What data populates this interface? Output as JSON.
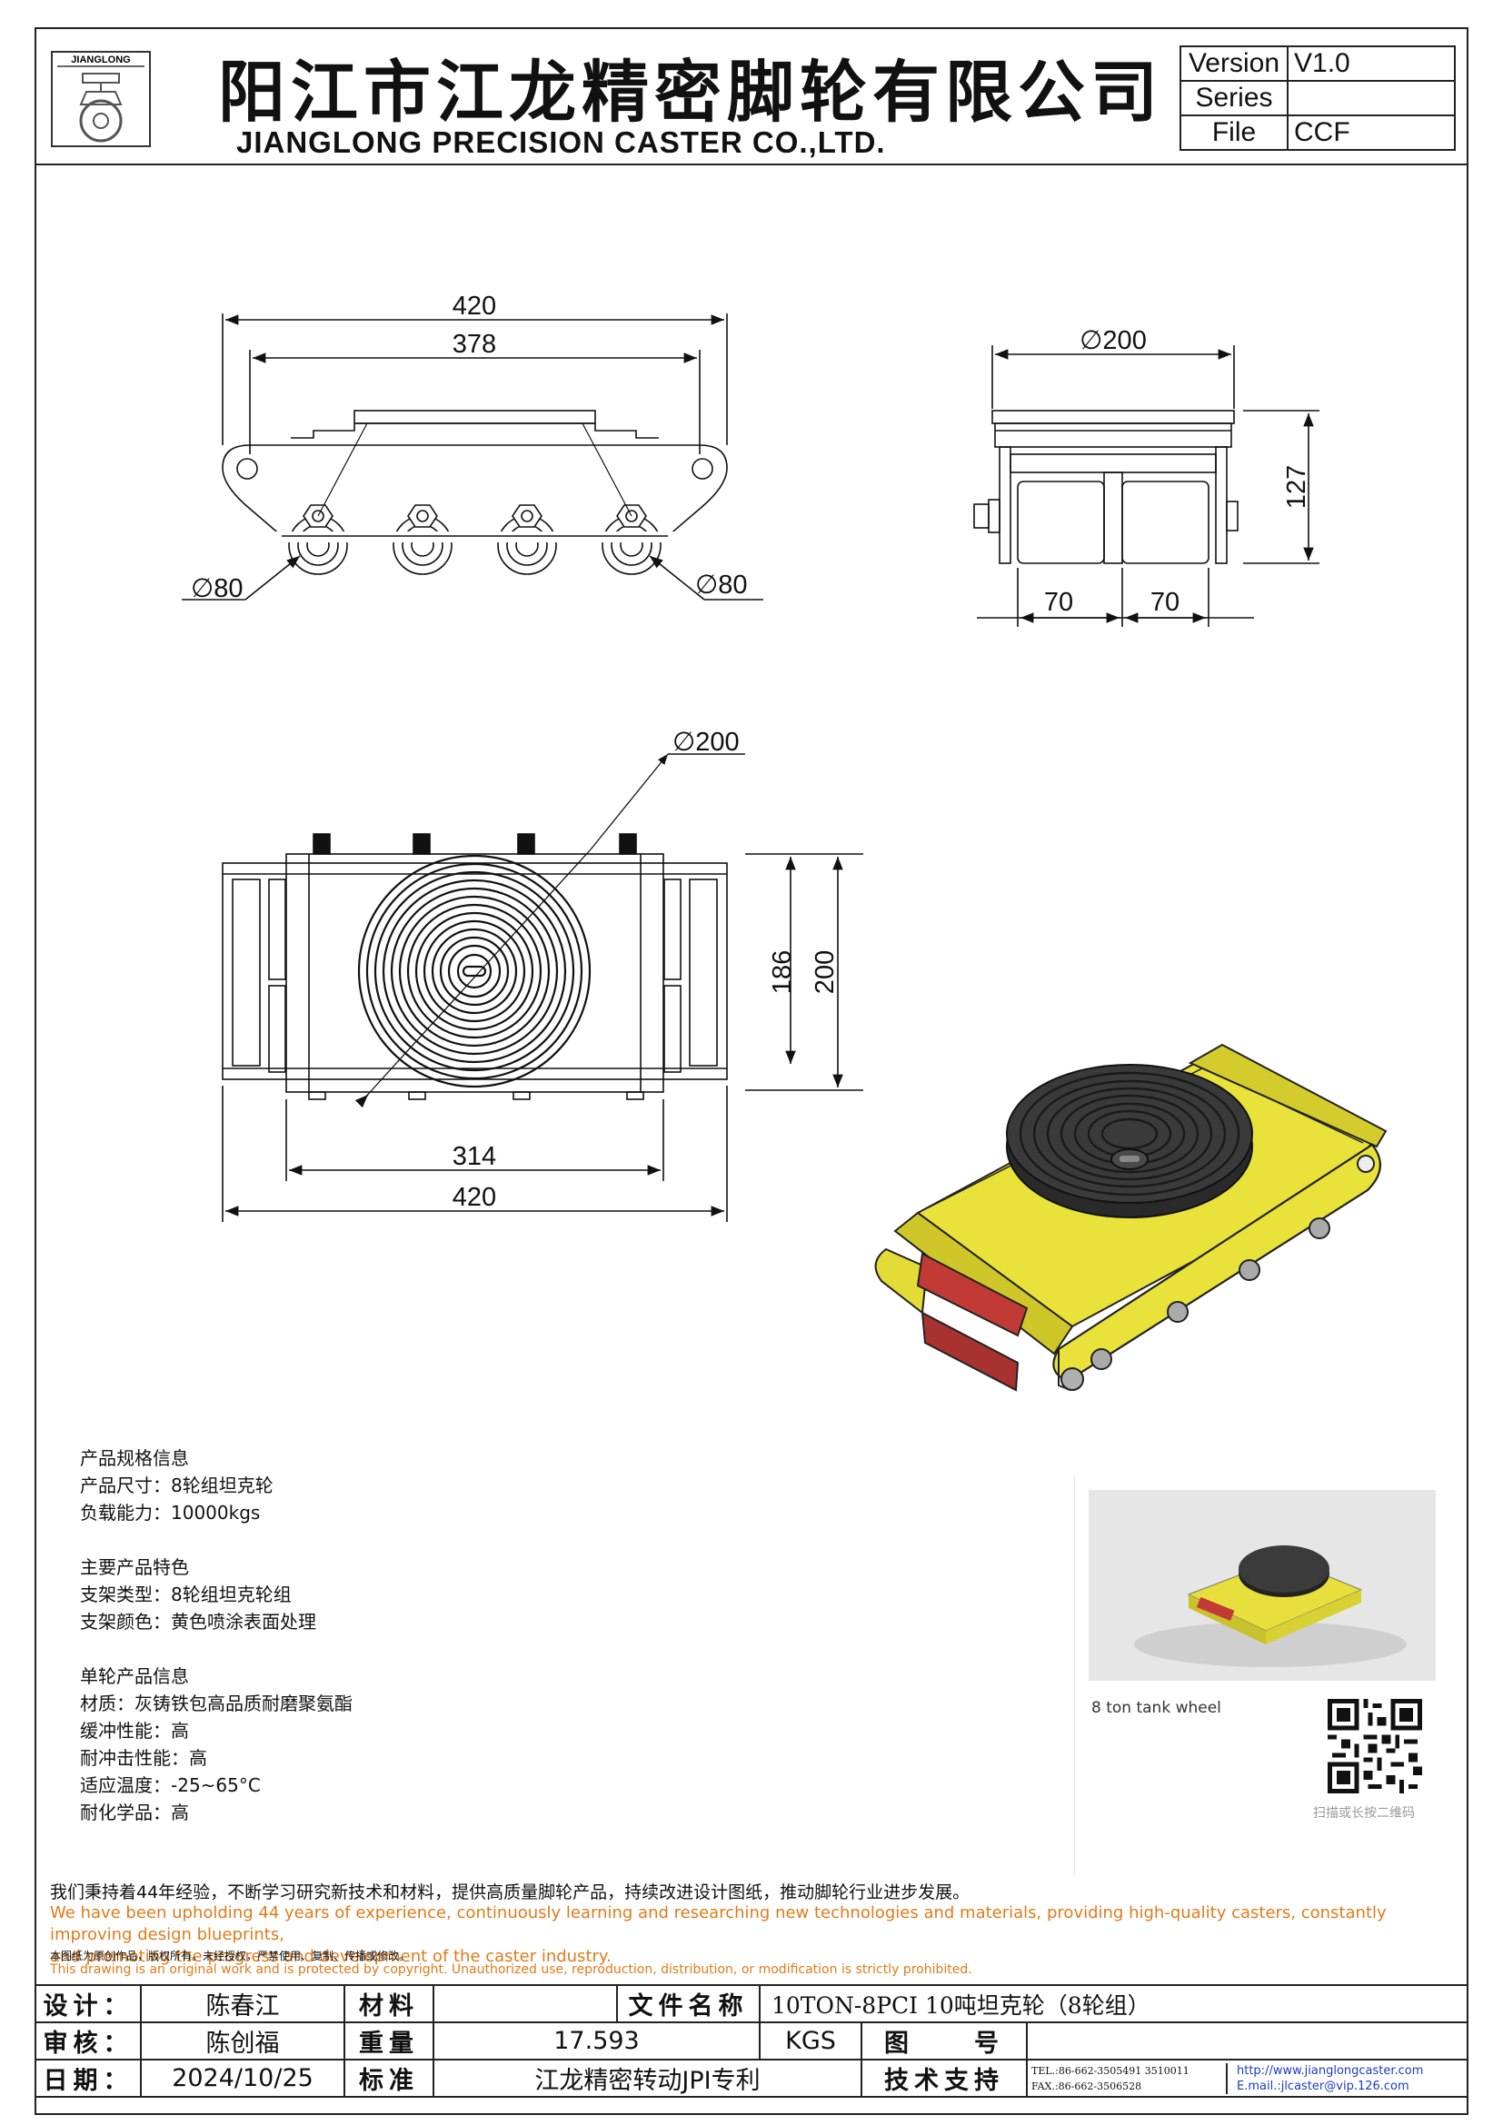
{
  "header": {
    "logo_text": "JIANGLONG",
    "company_cn": "阳江市江龙精密脚轮有限公司",
    "company_en": "JIANGLONG PRECISION CASTER CO.,LTD.",
    "version_table": [
      {
        "key": "Version",
        "value": "V1.0"
      },
      {
        "key": "Series",
        "value": ""
      },
      {
        "key": "File",
        "value": "CCF"
      }
    ]
  },
  "dimensions": {
    "side_overall": "420",
    "side_inner": "378",
    "wheel_dia_left": "∅80",
    "wheel_dia_right": "∅80",
    "end_top_dia": "∅200",
    "end_height": "127",
    "end_wheel_left": "70",
    "end_wheel_right": "70",
    "plan_top_dia": "∅200",
    "plan_inner_height": "186",
    "plan_outer_height": "200",
    "plan_inner_width": "314",
    "plan_outer_width": "420"
  },
  "specs": {
    "groups": [
      {
        "title": "产品规格信息",
        "lines": [
          "产品尺寸：8轮组坦克轮",
          "负载能力：10000kgs"
        ]
      },
      {
        "title": "主要产品特色",
        "lines": [
          "支架类型：8轮组坦克轮组",
          "支架颜色：黄色喷涂表面处理"
        ]
      },
      {
        "title": "单轮产品信息",
        "lines": [
          "材质：灰铸铁包高品质耐磨聚氨酯",
          "缓冲性能：高",
          "耐冲击性能：高",
          "适应温度：-25~65°C",
          "耐化学品：高"
        ]
      }
    ]
  },
  "photo_card": {
    "caption": "8 ton tank wheel",
    "qr_caption": "扫描或长按二维码"
  },
  "footer": {
    "statement_cn": "我们秉持着44年经验，不断学习研究新技术和材料，提供高质量脚轮产品，持续改进设计图纸，推动脚轮行业进步发展。",
    "statement_en_1": "We have been upholding 44 years of experience, continuously learning and researching new technologies and materials, providing high-quality casters, constantly improving design blueprints,",
    "statement_en_2": "and promoting the progress and development of the caster industry.",
    "copyright_cn": "本图纸为原创作品，版权所有。未经授权，严禁使用、复制、传播或修改。",
    "copyright_en": "This drawing is an original work and is protected by copyright. Unauthorized use, reproduction, distribution, or modification is strictly prohibited."
  },
  "title_block": {
    "design_label": "设计：",
    "design_value": "陈春江",
    "material_label": "材料",
    "material_value": "",
    "filename_label": "文件名称",
    "filename_value": "10TON-8PCI 10吨坦克轮（8轮组）",
    "review_label": "审核：",
    "review_value": "陈创福",
    "weight_label": "重量",
    "weight_value": "17.593",
    "weight_unit": "KGS",
    "drawing_no_label": "图　　号",
    "drawing_no_value": "",
    "date_label": "日期：",
    "date_value": "2024/10/25",
    "standard_label": "标准",
    "standard_value": "江龙精密转动JPI专利",
    "support_label": "技术支持",
    "tel": "TEL.:86-662-3505491 3510011",
    "fax": "FAX.:86-662-3506528",
    "web": "http://www.jianglongcaster.com",
    "email": "E.mail.:jlcaster@vip.126.com"
  },
  "colors": {
    "body_yellow": "#e8e23a",
    "wheel_red": "#c23a36",
    "pad_black": "#2a2a2a",
    "accent_orange": "#e07b1a"
  }
}
